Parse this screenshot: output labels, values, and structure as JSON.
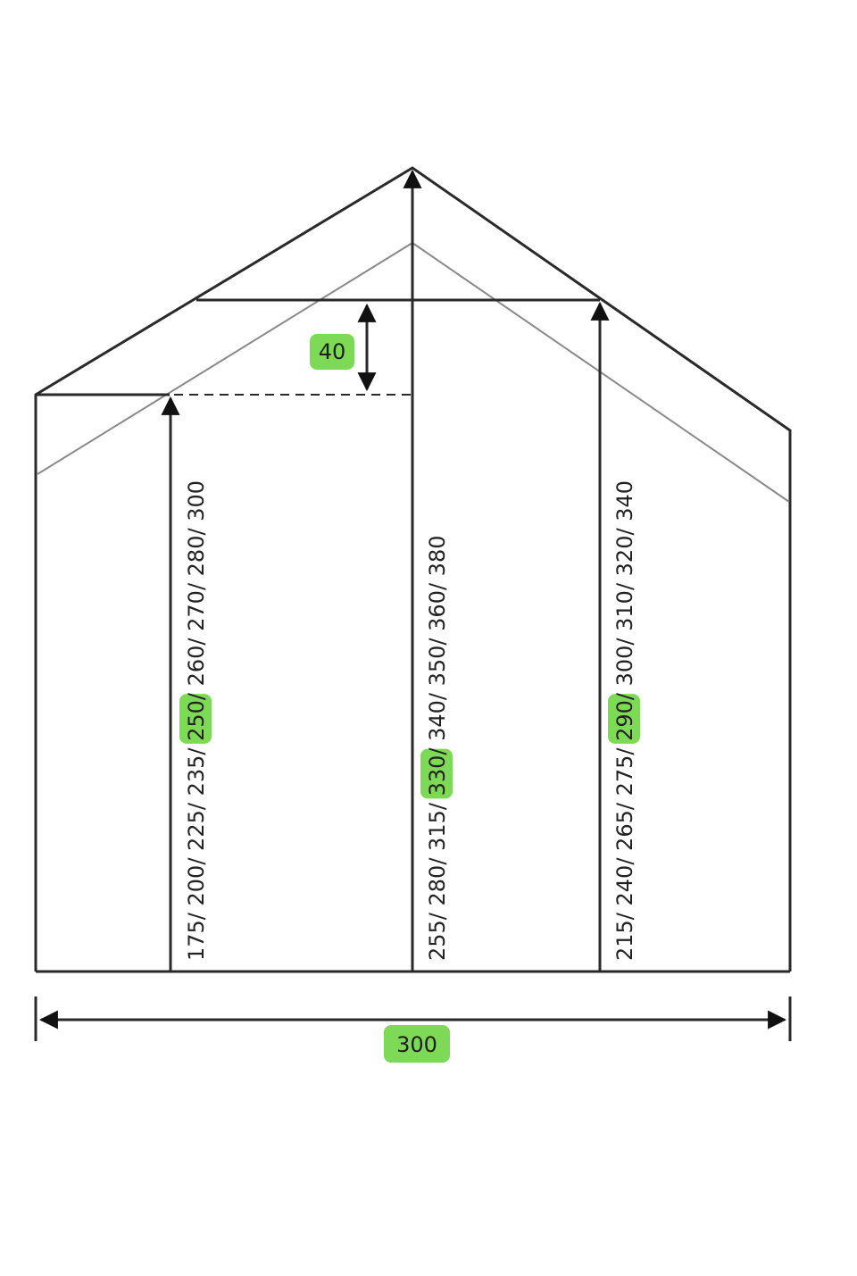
{
  "dimensions": {
    "width_label": "300",
    "roof_offset_label": "40"
  },
  "measurements": [
    {
      "id": "left",
      "segments": [
        "175/ 200/ 225/ 235/ ",
        "250",
        "/ 260/ 270/ 280/ 300"
      ]
    },
    {
      "id": "center",
      "segments": [
        "255/ 280/ 315/ ",
        "330",
        "/ 340/ 350/ 360/ 380"
      ]
    },
    {
      "id": "right",
      "segments": [
        "215/ 240/ 265/ 275/ ",
        "290",
        "/ 300/ 310/ 320/ 340"
      ]
    }
  ],
  "colors": {
    "highlight": "#7ed957",
    "line": "#2a2a2a",
    "inner_line": "#8a8a8a",
    "text": "#222222"
  }
}
